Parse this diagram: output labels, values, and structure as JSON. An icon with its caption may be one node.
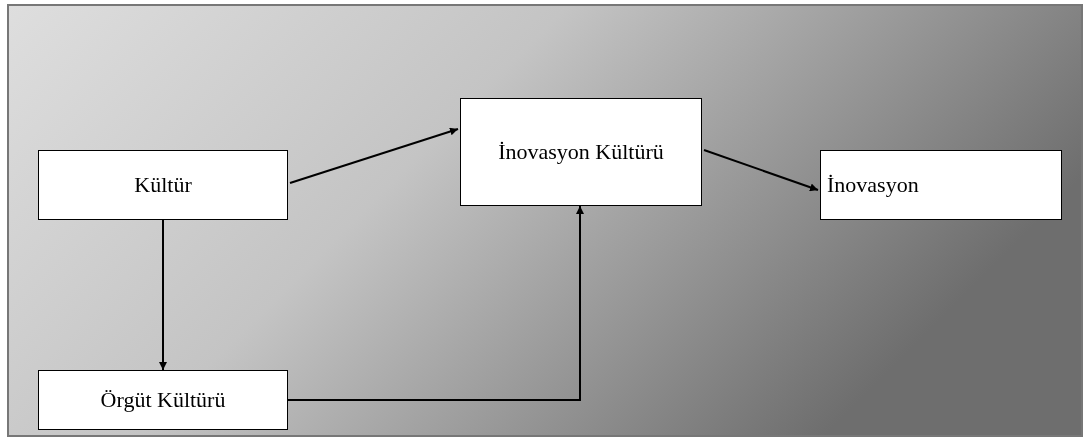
{
  "diagram": {
    "nodes": [
      {
        "text": [
          "Kültür"
        ]
      },
      {
        "text": [
          "İnovasyon Kültürü"
        ]
      },
      {
        "text": [
          "İnovasyon"
        ]
      },
      {
        "text": [
          "Örgüt Kültürü"
        ]
      }
    ],
    "edges": [
      {
        "from": 0,
        "to": 1,
        "arrow": "to"
      },
      {
        "from": 1,
        "to": 2,
        "arrow": "to"
      },
      {
        "from": 0,
        "to": 3,
        "arrow": "to"
      },
      {
        "from": 3,
        "to": 1,
        "arrow": "to"
      }
    ]
  }
}
